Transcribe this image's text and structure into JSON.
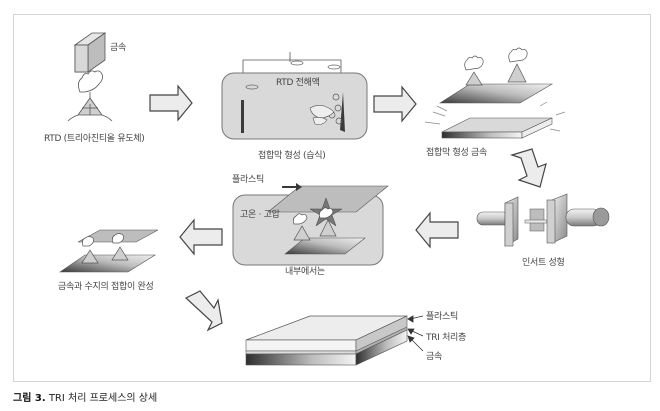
{
  "figure": {
    "caption_number": "그림 3.",
    "caption_text": "TRI 처리 프로세스의 상세"
  },
  "steps": {
    "step1": {
      "metal_label": "금속",
      "label": "RTD (트리아진티올 유도체)"
    },
    "step2": {
      "bath_label": "RTD 전해액",
      "label": "접합막 형성 (습식)"
    },
    "step3": {
      "label": "접합막 형성 금속"
    },
    "step4": {
      "label": "인서트 성형"
    },
    "step5": {
      "plastic_label": "플라스틱",
      "condition_label": "고온 · 고압",
      "label": "내부에서는"
    },
    "step6": {
      "label": "금속과 수지의 접합이 완성"
    },
    "step7": {
      "layers": [
        "플라스틱",
        "TRI 처리층",
        "금속"
      ]
    }
  },
  "colors": {
    "frame": "#d4d4d4",
    "arrow_fill": "#ececec",
    "arrow_stroke": "#444444",
    "bath_fill": "#d9d9d9",
    "metal_dark": "#3a3a3a"
  }
}
